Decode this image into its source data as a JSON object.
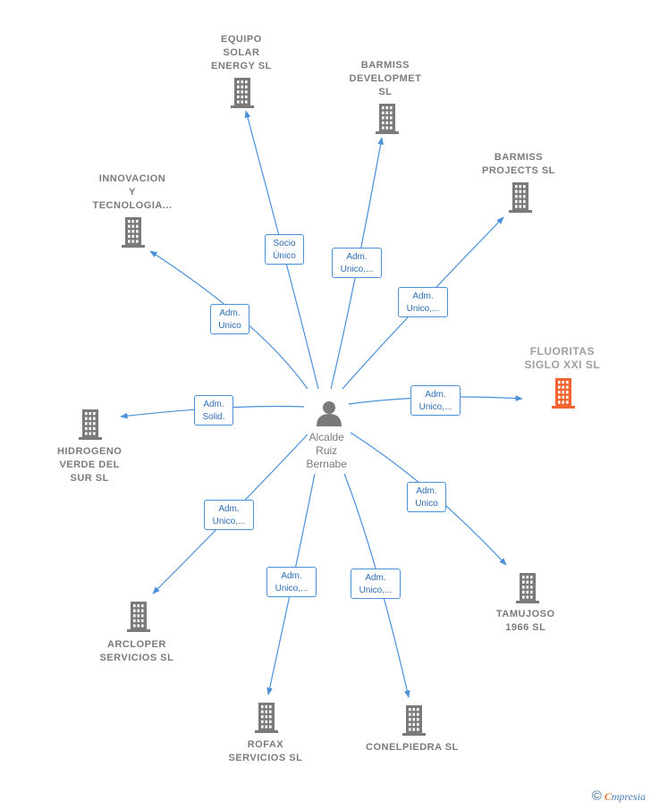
{
  "center": {
    "name_lines": [
      "Alcalde",
      "Ruiz",
      "Bernabe"
    ]
  },
  "companies": [
    {
      "id": "equipo-solar",
      "lines": [
        "EQUIPO",
        "SOLAR",
        "ENERGY  SL"
      ]
    },
    {
      "id": "barmiss-developmet",
      "lines": [
        "BARMISS",
        "DEVELOPMET",
        "SL"
      ]
    },
    {
      "id": "barmiss-projects",
      "lines": [
        "BARMISS",
        "PROJECTS  SL"
      ]
    },
    {
      "id": "innovacion",
      "lines": [
        "INNOVACION",
        "Y",
        "TECNOLOGIA..."
      ]
    },
    {
      "id": "fluoritas",
      "lines": [
        "FLUORITAS",
        "SIGLO XXI  SL"
      ],
      "highlight": true
    },
    {
      "id": "hidrogeno",
      "lines": [
        "HIDROGENO",
        "VERDE DEL",
        "SUR  SL"
      ]
    },
    {
      "id": "tamujoso",
      "lines": [
        "TAMUJOSO",
        "1966  SL"
      ]
    },
    {
      "id": "arcloper",
      "lines": [
        "ARCLOPER",
        "SERVICIOS  SL"
      ]
    },
    {
      "id": "rofax",
      "lines": [
        "ROFAX",
        "SERVICIOS  SL"
      ]
    },
    {
      "id": "conelpiedra",
      "lines": [
        "CONELPIEDRA SL"
      ]
    }
  ],
  "relations": [
    {
      "to": "equipo-solar",
      "lines": [
        "Socio",
        "Único"
      ]
    },
    {
      "to": "barmiss-developmet",
      "lines": [
        "Adm.",
        "Unico,..."
      ]
    },
    {
      "to": "barmiss-projects",
      "lines": [
        "Adm.",
        "Unico,..."
      ]
    },
    {
      "to": "innovacion",
      "lines": [
        "Adm.",
        "Unico"
      ]
    },
    {
      "to": "fluoritas",
      "lines": [
        "Adm.",
        "Unico,..."
      ]
    },
    {
      "to": "hidrogeno",
      "lines": [
        "Adm.",
        "Solid."
      ]
    },
    {
      "to": "tamujoso",
      "lines": [
        "Adm.",
        "Unico"
      ]
    },
    {
      "to": "arcloper",
      "lines": [
        "Adm.",
        "Unico,..."
      ]
    },
    {
      "to": "rofax",
      "lines": [
        "Adm.",
        "Unico,..."
      ]
    },
    {
      "to": "conelpiedra",
      "lines": [
        "Adm.",
        "Unico,..."
      ]
    }
  ],
  "colors": {
    "edge": "#4a90d9",
    "building": "#7a7a7a",
    "building_highlight": "#f26430",
    "person": "#7a7a7a"
  },
  "icons": {
    "company": "building-icon",
    "person": "person-icon"
  },
  "brand": {
    "copyright": "©",
    "first_letter": "C",
    "rest": "mpresia"
  }
}
